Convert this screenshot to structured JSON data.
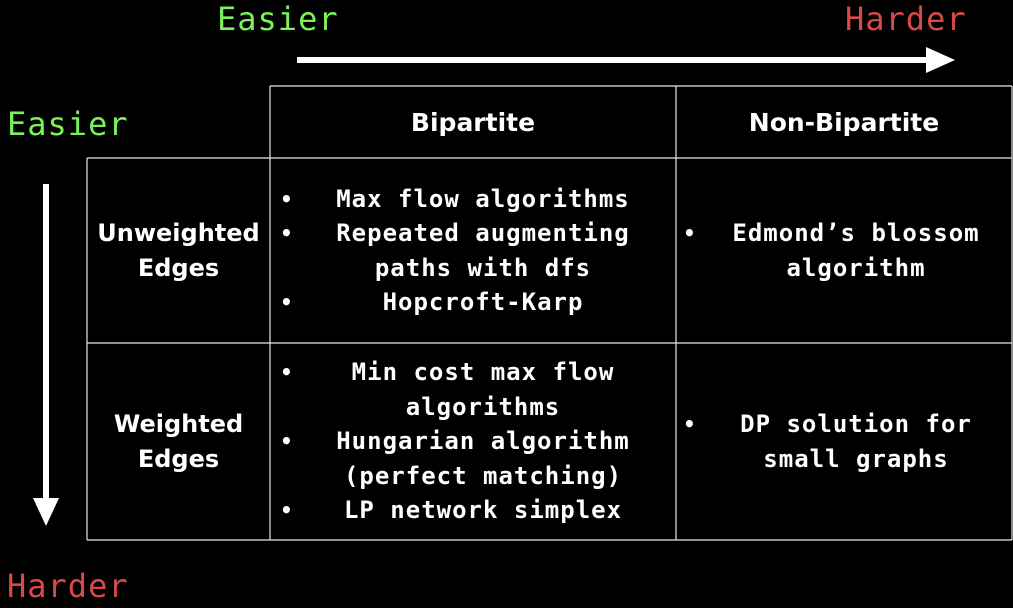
{
  "axes": {
    "horizontal": {
      "start_label": "Easier",
      "end_label": "Harder"
    },
    "vertical": {
      "start_label": "Easier",
      "end_label": "Harder"
    }
  },
  "table": {
    "columns": [
      "Bipartite",
      "Non-Bipartite"
    ],
    "rows": [
      {
        "label_line1": "Unweighted",
        "label_line2": "Edges",
        "bipartite": [
          "Max flow algorithms",
          "Repeated augmenting\npaths with dfs",
          "Hopcroft-Karp"
        ],
        "non_bipartite": [
          "Edmond’s blossom\nalgorithm"
        ]
      },
      {
        "label_line1": "Weighted",
        "label_line2": "Edges",
        "bipartite": [
          "Min cost max flow\nalgorithms",
          "Hungarian algorithm\n(perfect matching)",
          "LP network simplex"
        ],
        "non_bipartite": [
          "DP solution for\nsmall graphs"
        ]
      }
    ]
  },
  "colors": {
    "easier": "#7bf25a",
    "harder": "#d84a4a",
    "background": "#000000",
    "foreground": "#ffffff"
  }
}
